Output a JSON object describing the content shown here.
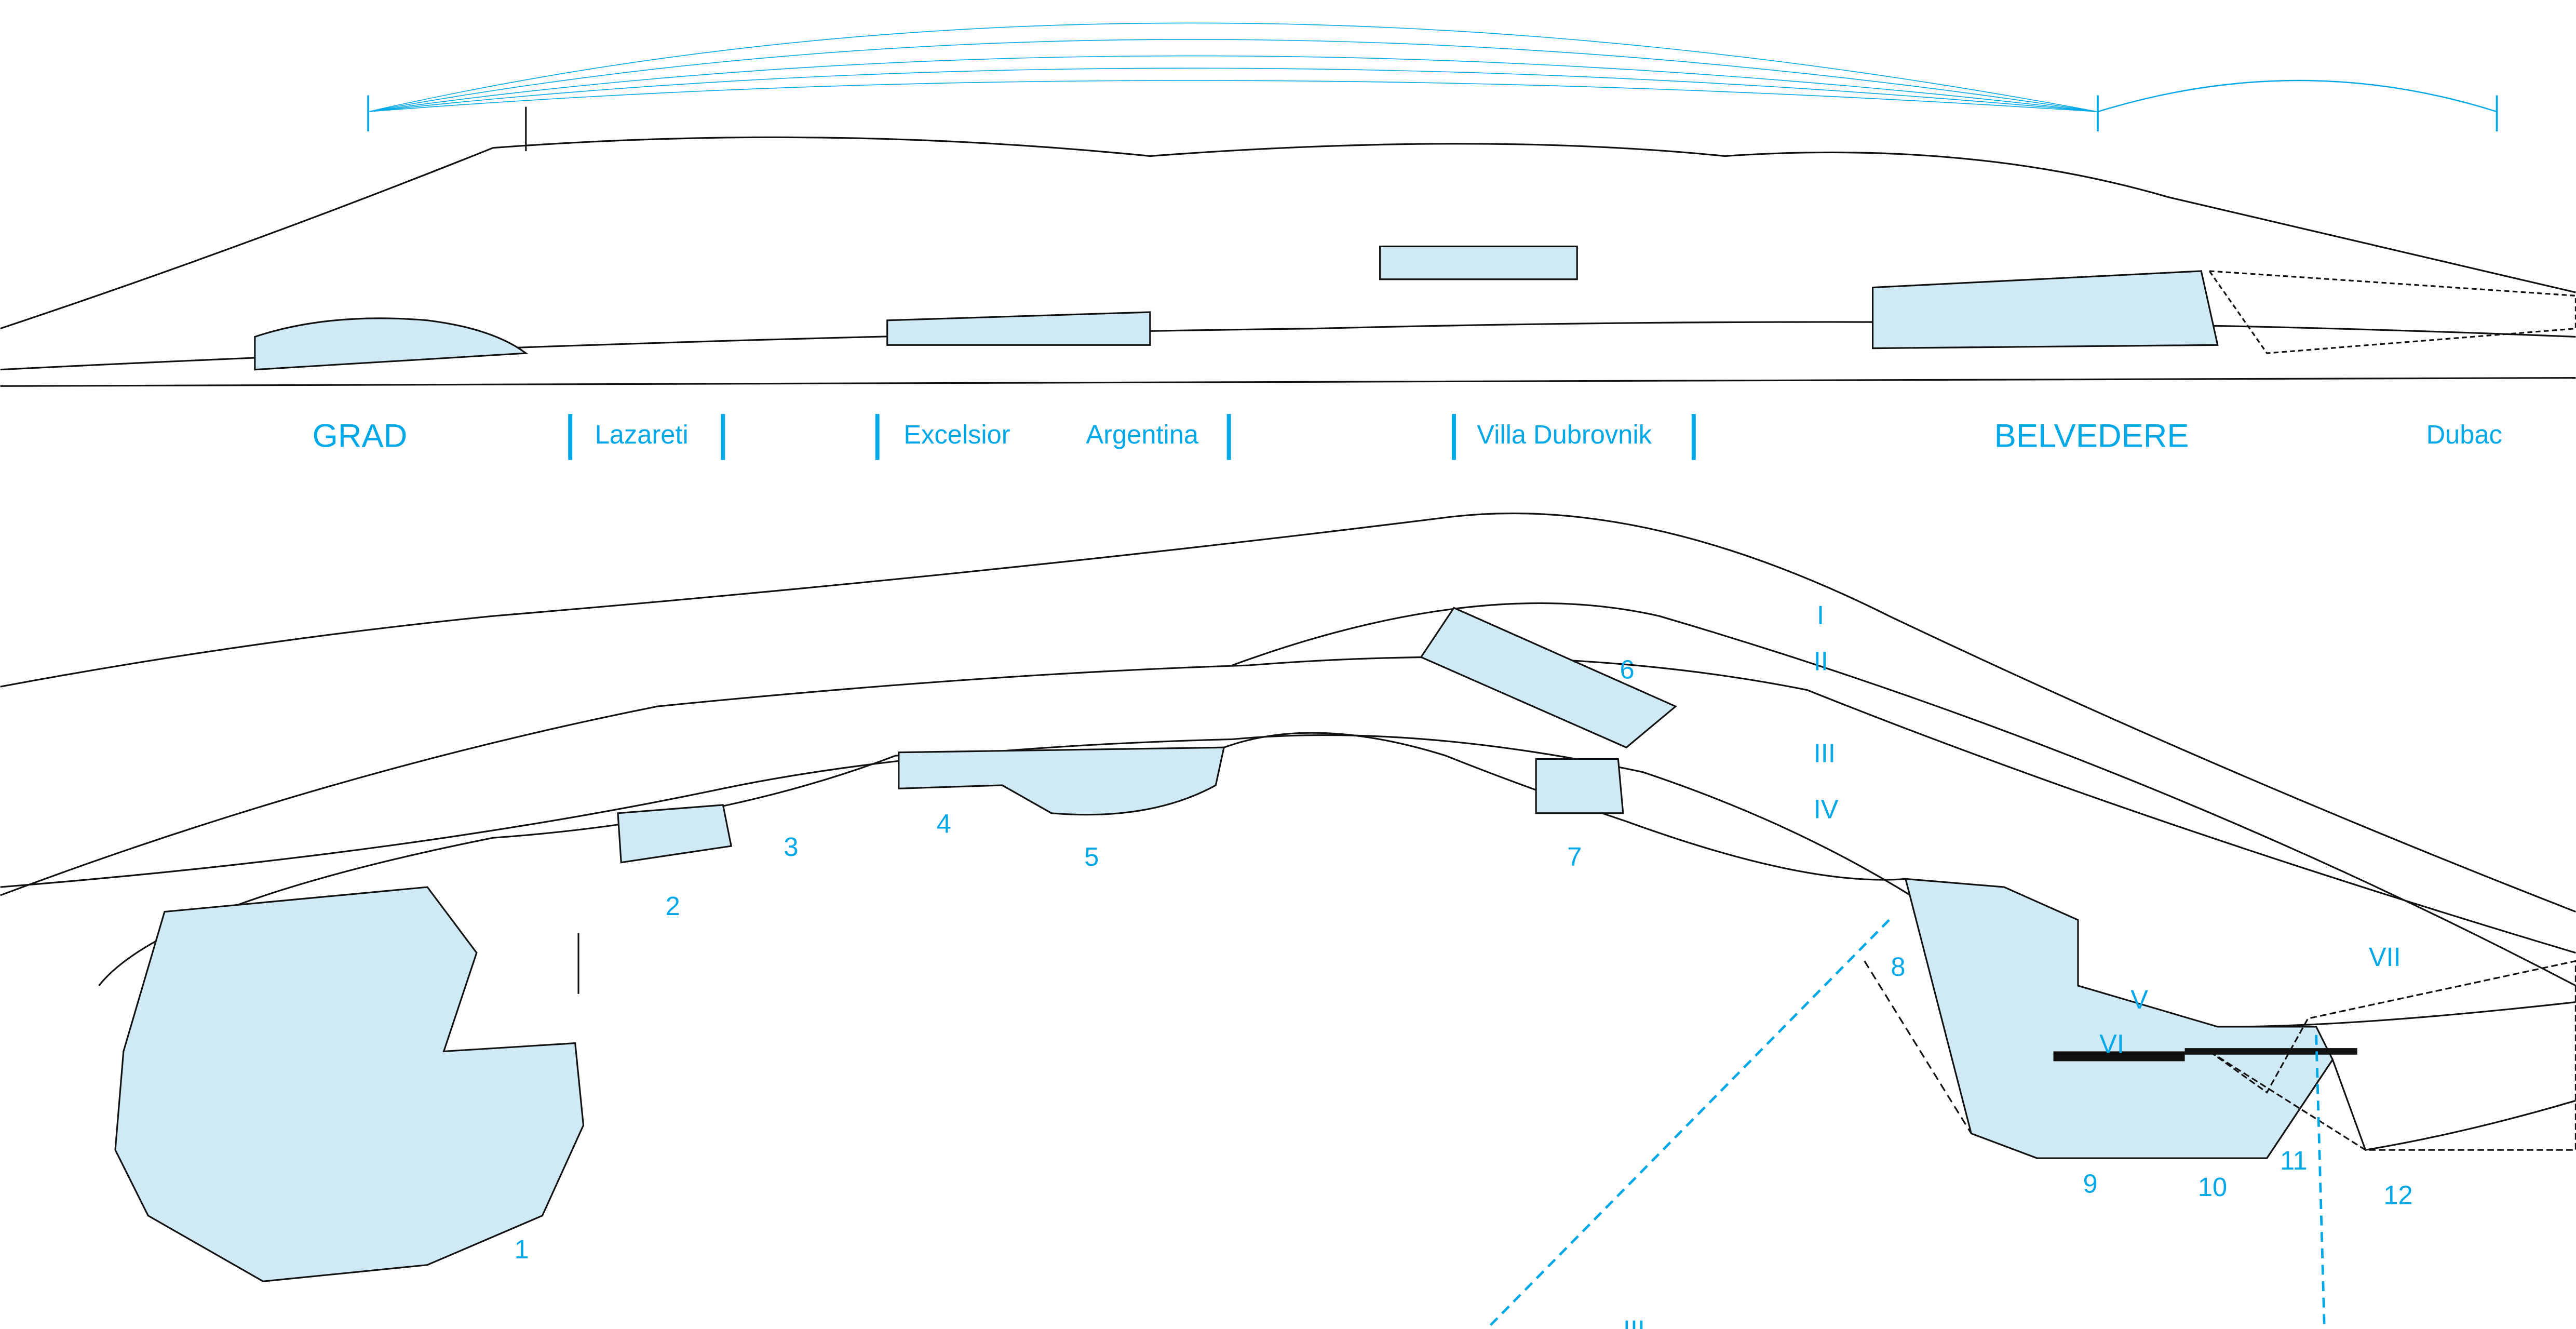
{
  "colors": {
    "accent": "#00a8e8",
    "highlight_fill": "#cfe9f5",
    "line": "#111111"
  },
  "panorama_labels": [
    {
      "text": "GRAD",
      "major": true
    },
    {
      "text": "Lazareti",
      "major": false
    },
    {
      "text": "Excelsior",
      "major": false
    },
    {
      "text": "Argentina",
      "major": false
    },
    {
      "text": "Villa Dubrovnik",
      "major": false
    },
    {
      "text": "BELVEDERE",
      "major": true
    },
    {
      "text": "Dubac",
      "major": false
    }
  ],
  "site_numbers": [
    "1",
    "2",
    "3",
    "4",
    "5",
    "6",
    "7",
    "8",
    "9",
    "10",
    "11",
    "12"
  ],
  "road_numerals": [
    "I",
    "II",
    "III",
    "IV",
    "V",
    "VI",
    "VII",
    "III"
  ]
}
